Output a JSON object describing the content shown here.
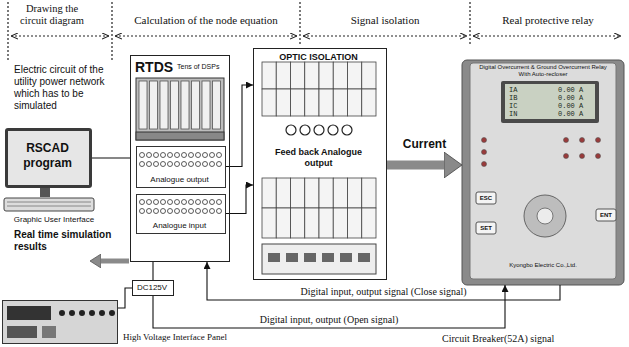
{
  "diagram": {
    "nodes": [
      {
        "text": [
          "RSCAD program",
          "Graphic User Interface"
        ]
      },
      {
        "text": [
          "RTDS",
          "Tens of DSPs"
        ]
      },
      {
        "text": [
          "Analogue output"
        ],
        "in": 1
      },
      {
        "text": [
          "Analogue input"
        ],
        "in": 1
      },
      {
        "text": [
          "OPTIC ISOLATION",
          "Feed back Analogue output"
        ]
      },
      {
        "text": [
          "Digital Overcurrent & Ground Overcurrent Relay With Auto-recloser"
        ]
      },
      {
        "text": [
          "DC125V"
        ]
      },
      {
        "text": [
          "High Voltage Interface Panel"
        ]
      }
    ],
    "edges": [
      {
        "from": 0,
        "to": 1,
        "arrow": "none"
      },
      {
        "from": 2,
        "to": 4,
        "arrow": "to"
      },
      {
        "from": 3,
        "to": 4,
        "arrow": "to"
      },
      {
        "from": 4,
        "to": 5,
        "label": "Current",
        "arrow": "to"
      },
      {
        "from": 5,
        "to": 1,
        "label": "Digital input, output signal (Close signal)",
        "arrow": "to"
      },
      {
        "from": 1,
        "to": 6,
        "arrow": "none"
      },
      {
        "from": 6,
        "to": 5,
        "label": "Digital input, output (Open signal)",
        "arrow": "to"
      },
      {
        "from": 7,
        "to": 6,
        "arrow": "none"
      }
    ],
    "labels": [
      "Drawing the circuit diagram",
      "Calculation of the node equation",
      "Signal isolation",
      "Real protective relay",
      "Electric circuit of the utility power network which has to be simulated",
      "Real time simulation results",
      "Circuit Breaker(52A) signal",
      "IA",
      "0.00 A",
      "IB",
      "0.00 A",
      "IC",
      "0.00 A",
      "IN",
      "0.00 A",
      "ESC",
      "SET",
      "ENT",
      "Kyongbo Electric Co.,Ltd."
    ]
  }
}
